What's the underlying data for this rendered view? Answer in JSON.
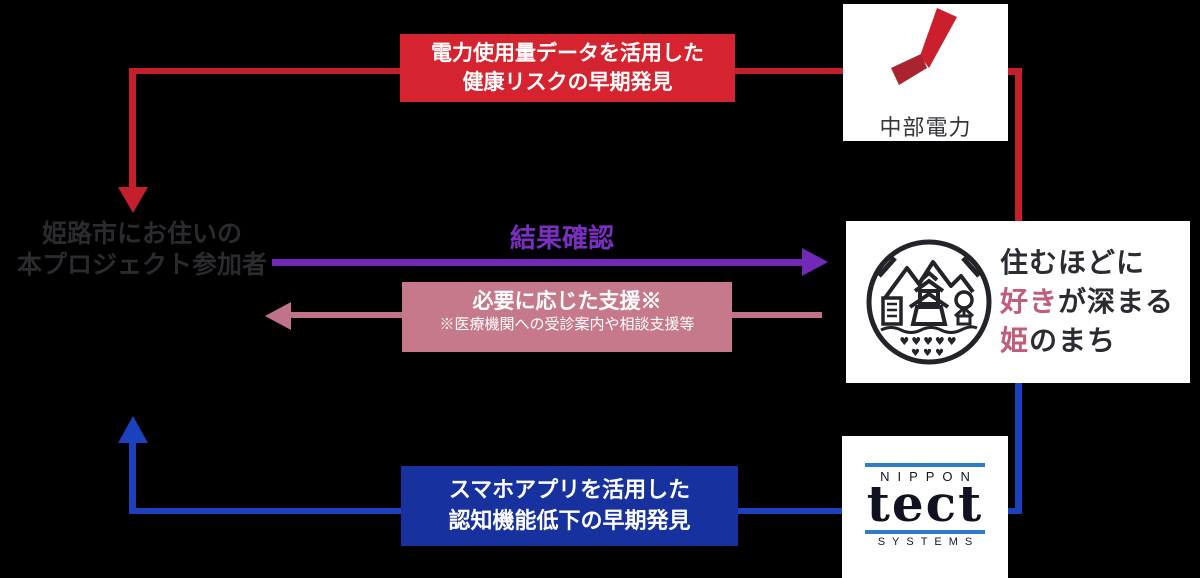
{
  "background": "#000000",
  "participant": {
    "line1": "姫路市にお住いの",
    "line2": "本プロジェクト参加者"
  },
  "flows": {
    "power": {
      "line1": "電力使用量データを活用した",
      "line2": "健康リスクの早期発見"
    },
    "result": {
      "label": "結果確認"
    },
    "support": {
      "line1": "必要に応じた支援※",
      "line2": "※医療機関への受診案内や相談支援等"
    },
    "app": {
      "line1": "スマホアプリを活用した",
      "line2": "認知機能低下の早期発見"
    }
  },
  "logos": {
    "chubu": {
      "label": "中部電力"
    },
    "himeji": {
      "line1": "住むほどに",
      "line2_accent": "好き",
      "line2_rest": "が深まる",
      "line3_accent": "姫",
      "line3_rest": "のまち"
    },
    "tect": {
      "top": "NIPPON",
      "main": "tect",
      "bottom": "SYSTEMS"
    }
  },
  "colors": {
    "red_box": "#d5232f",
    "red_line": "#c51f2b",
    "purple_line": "#7229b8",
    "purple_text": "#7b2fc2",
    "pink_box": "#c7798c",
    "pink_line": "#bf7389",
    "blue_box": "#17329f",
    "blue_line": "#1c41bd",
    "rose_accent": "#c05e7a",
    "tect_rule_blue": "#2e7ec5",
    "dark_text": "#2b2b31",
    "card_bg": "#ffffff"
  }
}
